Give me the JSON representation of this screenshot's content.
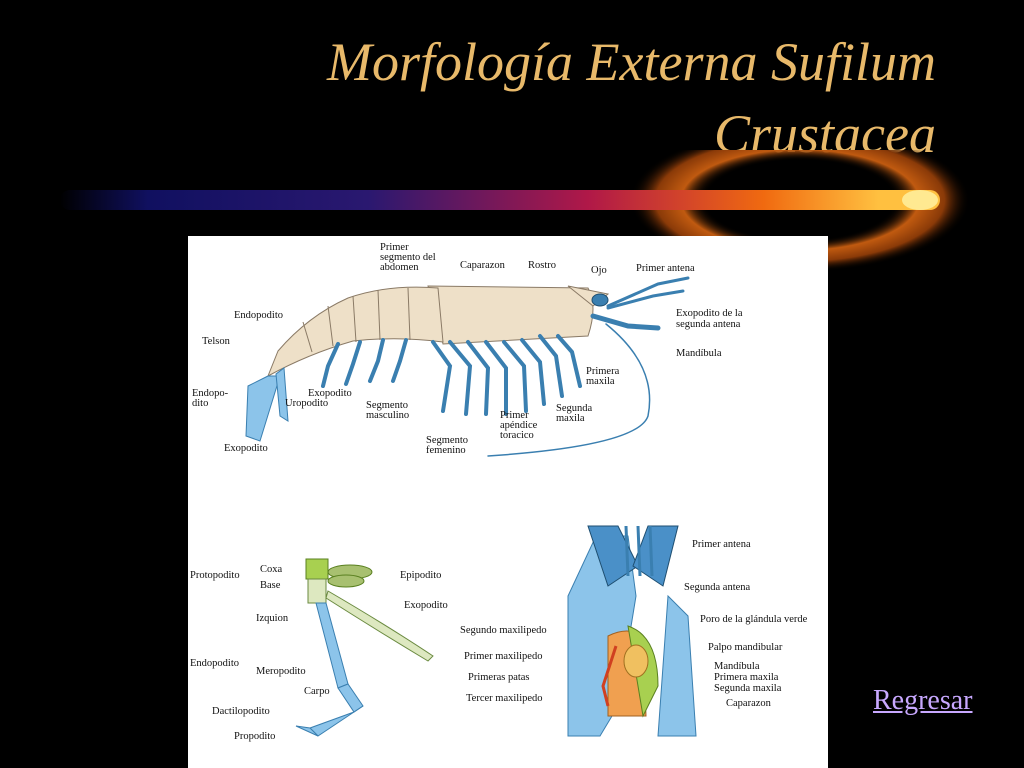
{
  "title": {
    "line1": "Morfología Externa Sufilum",
    "line2": "Crustacea"
  },
  "link": {
    "label": "Regresar"
  },
  "diagram_labels": {
    "primer_segmento": [
      "Primer",
      "segmento del",
      "abdomen"
    ],
    "caparazon": "Caparazon",
    "rostro": "Rostro",
    "ojo": "Ojo",
    "primer_antena": "Primer antena",
    "exopodito_segunda_antena": [
      "Exopodito de la",
      "segunda antena"
    ],
    "mandibula": "Mandíbula",
    "primera_maxila": [
      "Primera",
      "maxila"
    ],
    "segunda_maxila": [
      "Segunda",
      "maxila"
    ],
    "primer_apendice": [
      "Primer",
      "apéndice",
      "toracico"
    ],
    "segmento_masculino": [
      "Segmento",
      "masculino"
    ],
    "segmento_femenino": [
      "Segmento",
      "femenino"
    ],
    "endopodito_top": "Endopodito",
    "telson": "Telson",
    "endopo_dito": [
      "Endopo-",
      "dito"
    ],
    "uropodito": "Uropodito",
    "exopodito_abd": "Exopodito",
    "exopodito_tail": "Exopodito",
    "protopodito": "Protopodito",
    "coxa": "Coxa",
    "base": "Base",
    "epipodito": "Epipodito",
    "exopodito_leg": "Exopodito",
    "izquion": "Izquion",
    "endopodito_leg": "Endopodito",
    "meropodito": "Meropodito",
    "carpo": "Carpo",
    "dactilopodito": "Dactilopodito",
    "propodito": "Propodito",
    "head_primer_antena": "Primer antena",
    "head_segunda_antena": "Segunda antena",
    "poro": "Poro de la glándula verde",
    "palpo": "Palpo mandibular",
    "head_mandibula": "Mandíbula",
    "head_primera_maxila": "Primera maxila",
    "head_segunda_maxila": "Segunda maxila",
    "head_caparazon": "Caparazon",
    "segundo_maxilipedo": "Segundo maxilipedo",
    "primer_maxilipedo": "Primer maxilipedo",
    "primeras_patas": "Primeras patas",
    "tercer_maxilipedo": "Tercer maxilipedo"
  },
  "colors": {
    "background": "#000000",
    "title": "#e8b96a",
    "link": "#c8a8ff",
    "appendage_blue": "#8cc4ea",
    "body_tan": "#eee0c8"
  }
}
